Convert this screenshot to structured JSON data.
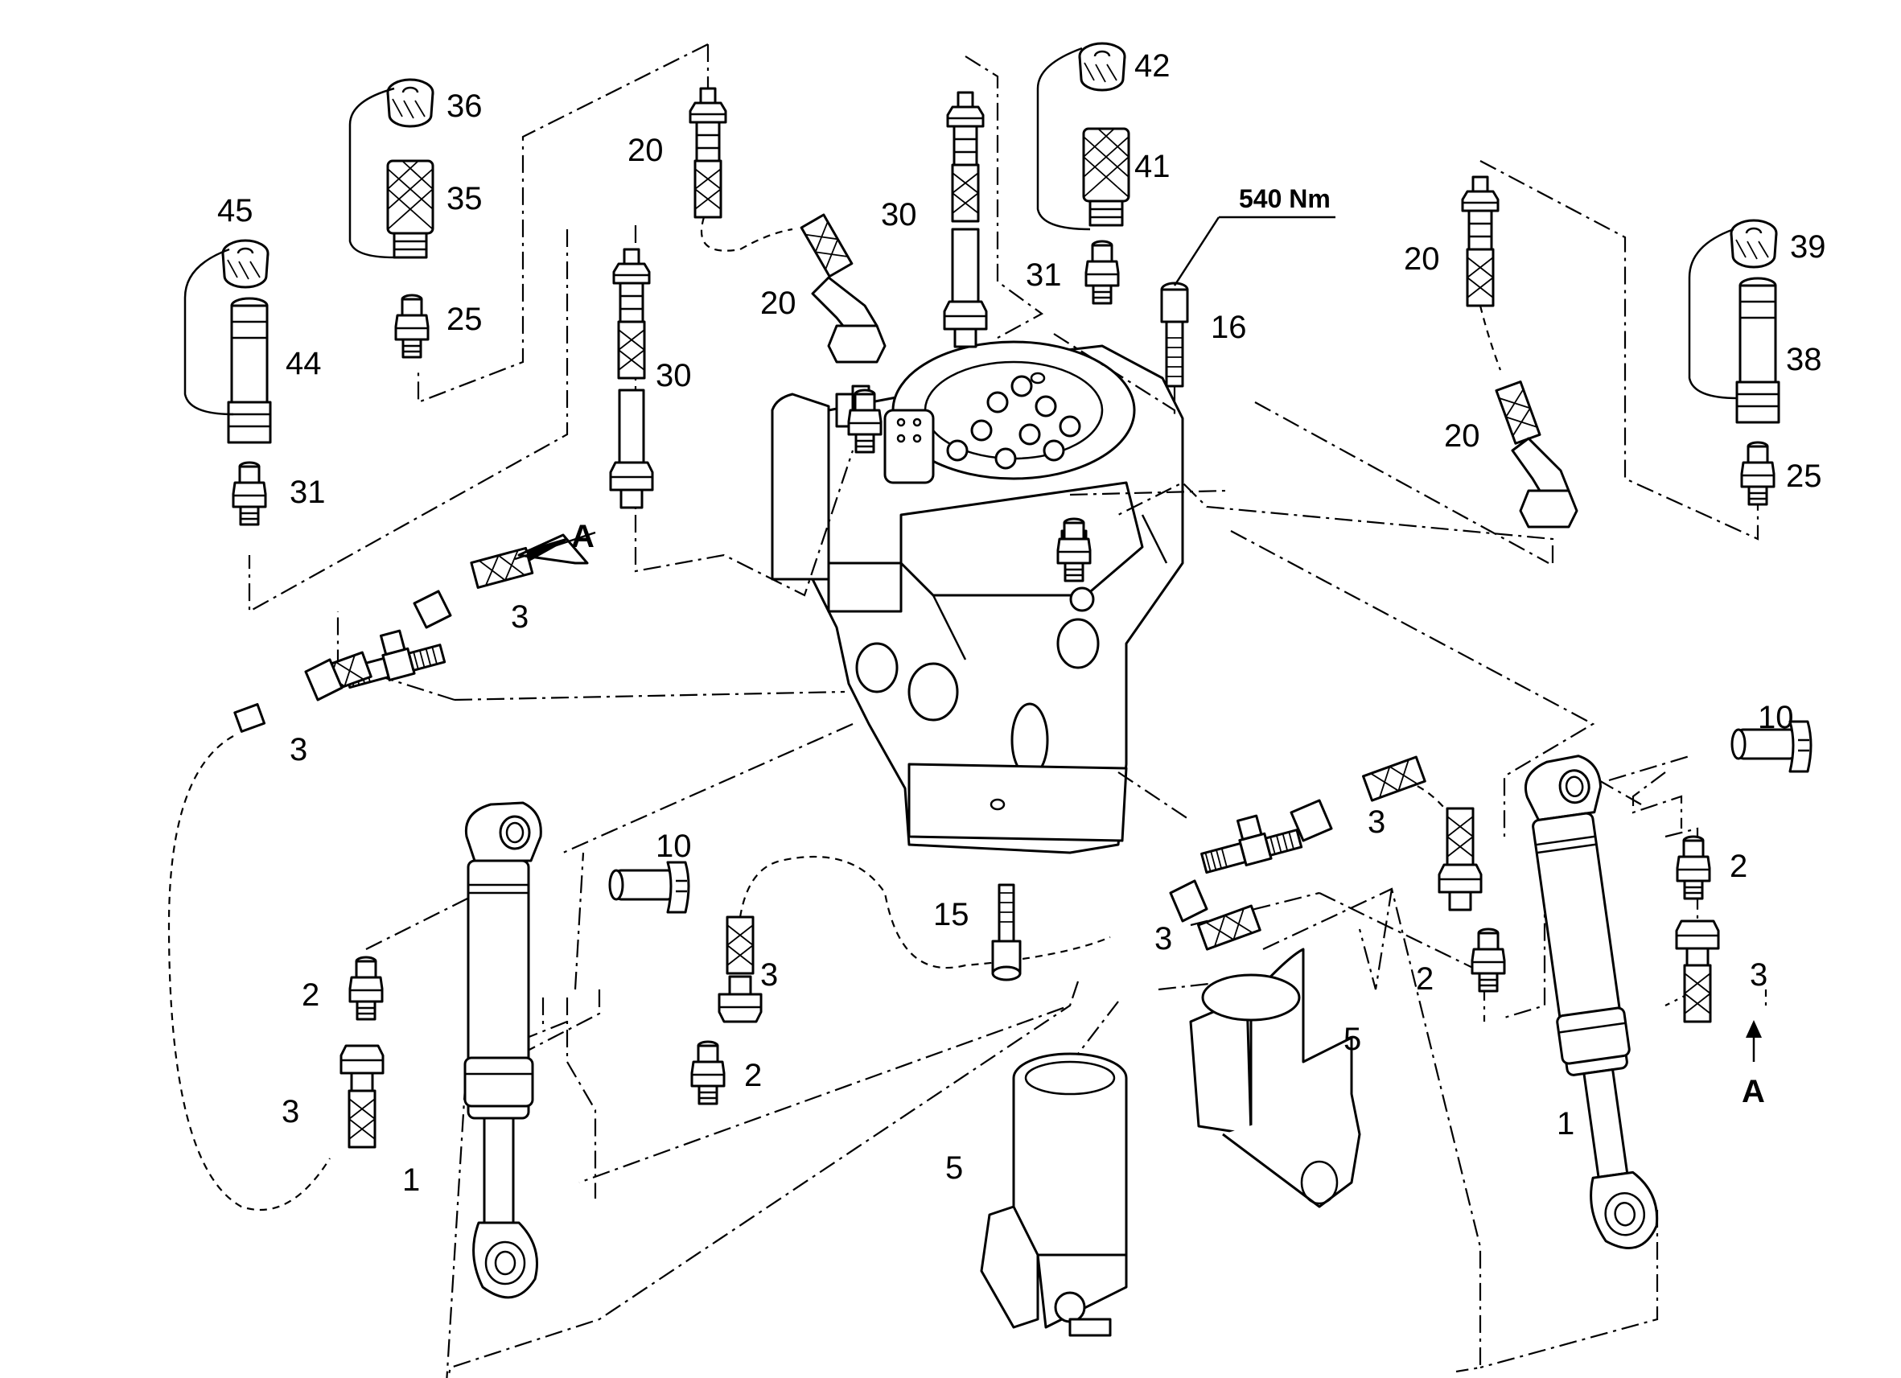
{
  "torque_label": "540 Nm",
  "callouts": [
    {
      "id": "c45",
      "text": "45"
    },
    {
      "id": "c36",
      "text": "36"
    },
    {
      "id": "c35",
      "text": "35"
    },
    {
      "id": "c25a",
      "text": "25"
    },
    {
      "id": "c44",
      "text": "44"
    },
    {
      "id": "c31a",
      "text": "31"
    },
    {
      "id": "c20a",
      "text": "20"
    },
    {
      "id": "c30a",
      "text": "30"
    },
    {
      "id": "c20b",
      "text": "20"
    },
    {
      "id": "c30b",
      "text": "30"
    },
    {
      "id": "c42",
      "text": "42"
    },
    {
      "id": "c41",
      "text": "41"
    },
    {
      "id": "c31b",
      "text": "31"
    },
    {
      "id": "c16",
      "text": "16"
    },
    {
      "id": "c20c",
      "text": "20"
    },
    {
      "id": "c20d",
      "text": "20"
    },
    {
      "id": "c39",
      "text": "39"
    },
    {
      "id": "c38",
      "text": "38"
    },
    {
      "id": "c25b",
      "text": "25"
    },
    {
      "id": "cA1",
      "text": "A"
    },
    {
      "id": "c3a",
      "text": "3"
    },
    {
      "id": "c3b",
      "text": "3"
    },
    {
      "id": "c10a",
      "text": "10"
    },
    {
      "id": "c2a",
      "text": "2"
    },
    {
      "id": "c3c",
      "text": "3"
    },
    {
      "id": "c1a",
      "text": "1"
    },
    {
      "id": "c3d",
      "text": "3"
    },
    {
      "id": "c2b",
      "text": "2"
    },
    {
      "id": "c15",
      "text": "15"
    },
    {
      "id": "c3e",
      "text": "3"
    },
    {
      "id": "c3f",
      "text": "3"
    },
    {
      "id": "c5a",
      "text": "5"
    },
    {
      "id": "c5b",
      "text": "5"
    },
    {
      "id": "c10b",
      "text": "10"
    },
    {
      "id": "c2c",
      "text": "2"
    },
    {
      "id": "c2d",
      "text": "2"
    },
    {
      "id": "c3g",
      "text": "3"
    },
    {
      "id": "cA2",
      "text": "A"
    },
    {
      "id": "c1b",
      "text": "1"
    }
  ]
}
